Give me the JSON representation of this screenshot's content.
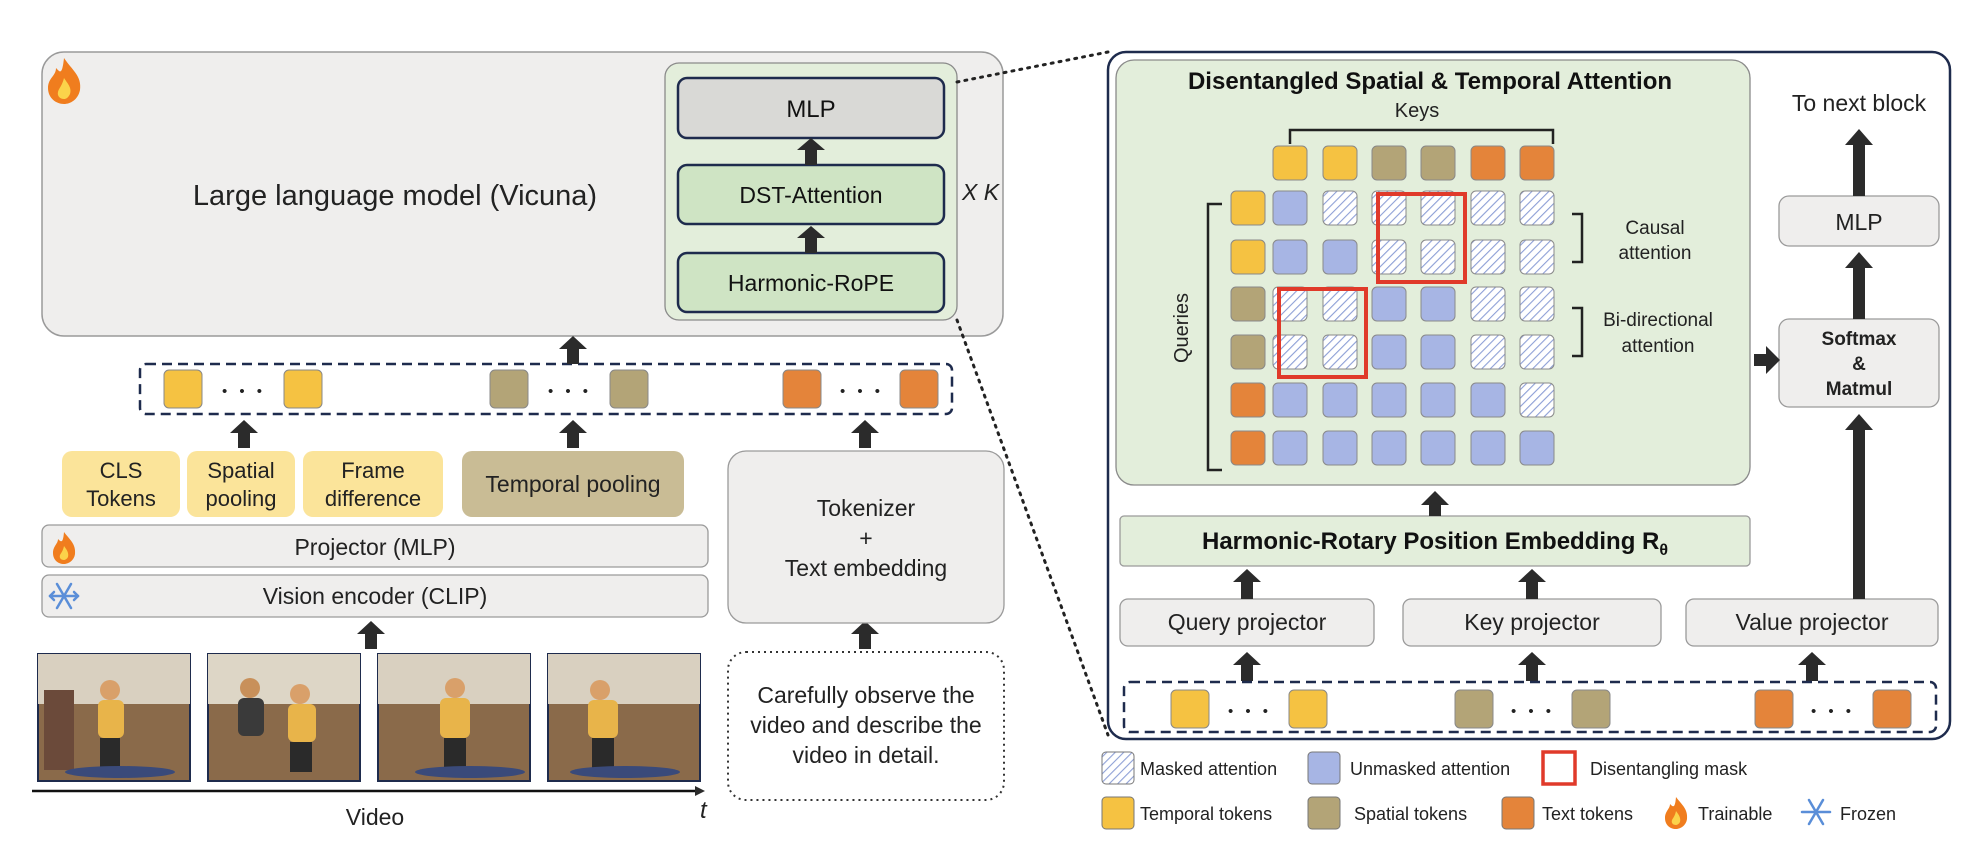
{
  "left": {
    "llm_label": "Large language model (Vicuna)",
    "stack": {
      "mlp": "MLP",
      "dst": "DST-Attention",
      "rope": "Harmonic-RoPE",
      "repeat": "X K"
    },
    "pooling": [
      "CLS Tokens",
      "Spatial pooling",
      "Frame difference"
    ],
    "temporal_pooling": "Temporal pooling",
    "projector": "Projector (MLP)",
    "vision_encoder": "Vision encoder (CLIP)",
    "tokenizer": [
      "Tokenizer",
      "+",
      "Text embedding"
    ],
    "prompt": [
      "Carefully observe the",
      "video and describe the",
      "video in detail."
    ],
    "video_label": "Video",
    "time_label": "t",
    "ellipsis": "• • •"
  },
  "right": {
    "title": "Disentangled Spatial & Temporal Attention",
    "keys_label": "Keys",
    "queries_label": "Queries",
    "causal": [
      "Causal",
      "attention"
    ],
    "bidir": [
      "Bi-directional",
      "attention"
    ],
    "harmonic_rope": "Harmonic-Rotary Position Embedding R",
    "harmonic_sub": "θ",
    "query_proj": "Query projector",
    "key_proj": "Key projector",
    "value_proj": "Value projector",
    "softmax": [
      "Softmax",
      "&",
      "Matmul"
    ],
    "mlp": "MLP",
    "next_block": "To next block",
    "ellipsis": "• • •"
  },
  "attention_mask": {
    "key_types": [
      "temporal",
      "temporal",
      "spatial",
      "spatial",
      "text",
      "text"
    ],
    "query_types": [
      "temporal",
      "temporal",
      "spatial",
      "spatial",
      "text",
      "text"
    ],
    "masked": [
      [
        false,
        true,
        true,
        true,
        true,
        true
      ],
      [
        false,
        false,
        true,
        true,
        true,
        true
      ],
      [
        true,
        true,
        false,
        false,
        true,
        true
      ],
      [
        true,
        true,
        false,
        false,
        true,
        true
      ],
      [
        false,
        false,
        false,
        false,
        false,
        true
      ],
      [
        false,
        false,
        false,
        false,
        false,
        false
      ]
    ]
  },
  "legend": {
    "masked": "Masked attention",
    "unmasked": "Unmasked attention",
    "disentangle": "Disentangling mask",
    "temporal": "Temporal tokens",
    "spatial": "Spatial tokens",
    "text": "Text tokens",
    "trainable": "Trainable",
    "frozen": "Frozen"
  },
  "colors": {
    "temporal": "#f5c242",
    "spatial": "#b3a477",
    "text": "#e4843a",
    "unmasked": "#a7b5e4",
    "masked_stripe": "#8d9fd6",
    "green_panel": "#e3eedb",
    "green_box": "#cfe4c4",
    "yellow_box": "#fbe49a",
    "tan_box": "#c9bc95",
    "gray_box": "#efeeed",
    "navy": "#1e2b4d",
    "red": "#e03a2a"
  }
}
